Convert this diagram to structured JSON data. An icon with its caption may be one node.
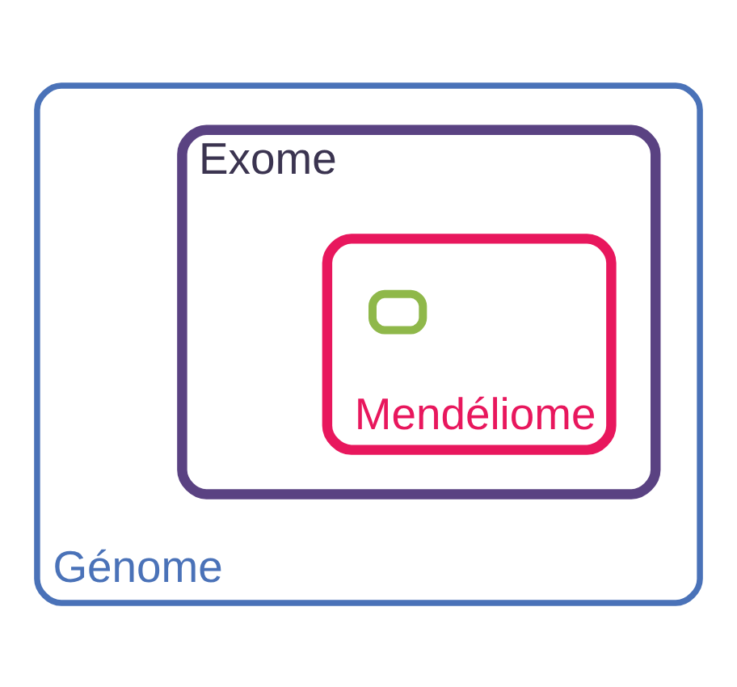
{
  "diagram": {
    "nodes": [
      {
        "text": [
          "Génome"
        ]
      },
      {
        "text": [
          "Exome"
        ],
        "in": 0
      },
      {
        "text": [
          "Mendéliome"
        ],
        "in": 1
      },
      {
        "text": [],
        "shape": "box",
        "in": 2
      }
    ]
  }
}
